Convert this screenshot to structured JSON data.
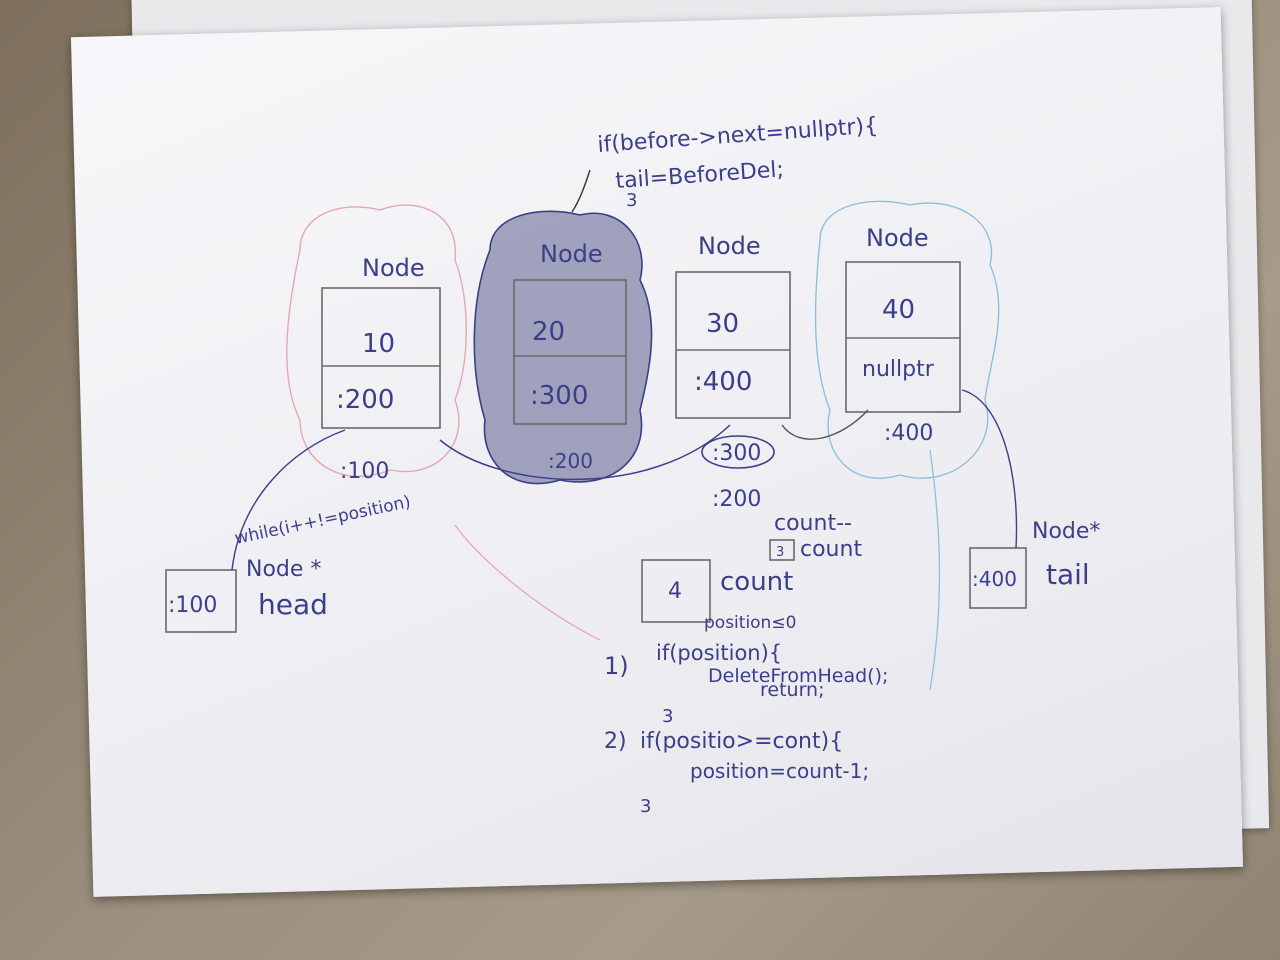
{
  "nodes": [
    {
      "title": "Node",
      "value": "10",
      "next": ":200",
      "address": ":100"
    },
    {
      "title": "Node",
      "value": "20",
      "next": ":300",
      "address": ":200"
    },
    {
      "title": "Node",
      "value": "30",
      "next": ":400",
      "address": ":300"
    },
    {
      "title": "Node",
      "value": "40",
      "next": "nullptr",
      "address": ":400"
    }
  ],
  "head": {
    "box": ":100",
    "label_type": "Node *",
    "label_name": "head"
  },
  "tail": {
    "box": ":400",
    "label_type": "Node*",
    "label_name": "tail"
  },
  "count": {
    "box": "4",
    "label": "count",
    "box_small": "3",
    "label_small": "count",
    "decrement": "count--"
  },
  "notes": {
    "top_code_1": "if(before->next=nullptr){",
    "top_code_2": "tail=BeforeDel;",
    "top_brace": "3",
    "while_loop": "while(i++!=position)",
    "address_200": ":200",
    "step1_num": "1)",
    "step1_cond": "position≤0",
    "step1_if": "if(position){",
    "step1_call": "DeleteFromHead();",
    "step1_return": "return;",
    "step1_close": "3",
    "step2_num": "2)",
    "step2_if": "if(positio>=cont){",
    "step2_assign": "position=count-1;",
    "step2_close": "3"
  },
  "colors": {
    "pen": "#3b3f8a",
    "pink": "#e6a6b8",
    "blue_light": "#8fbfdc",
    "pencil": "#666666"
  }
}
